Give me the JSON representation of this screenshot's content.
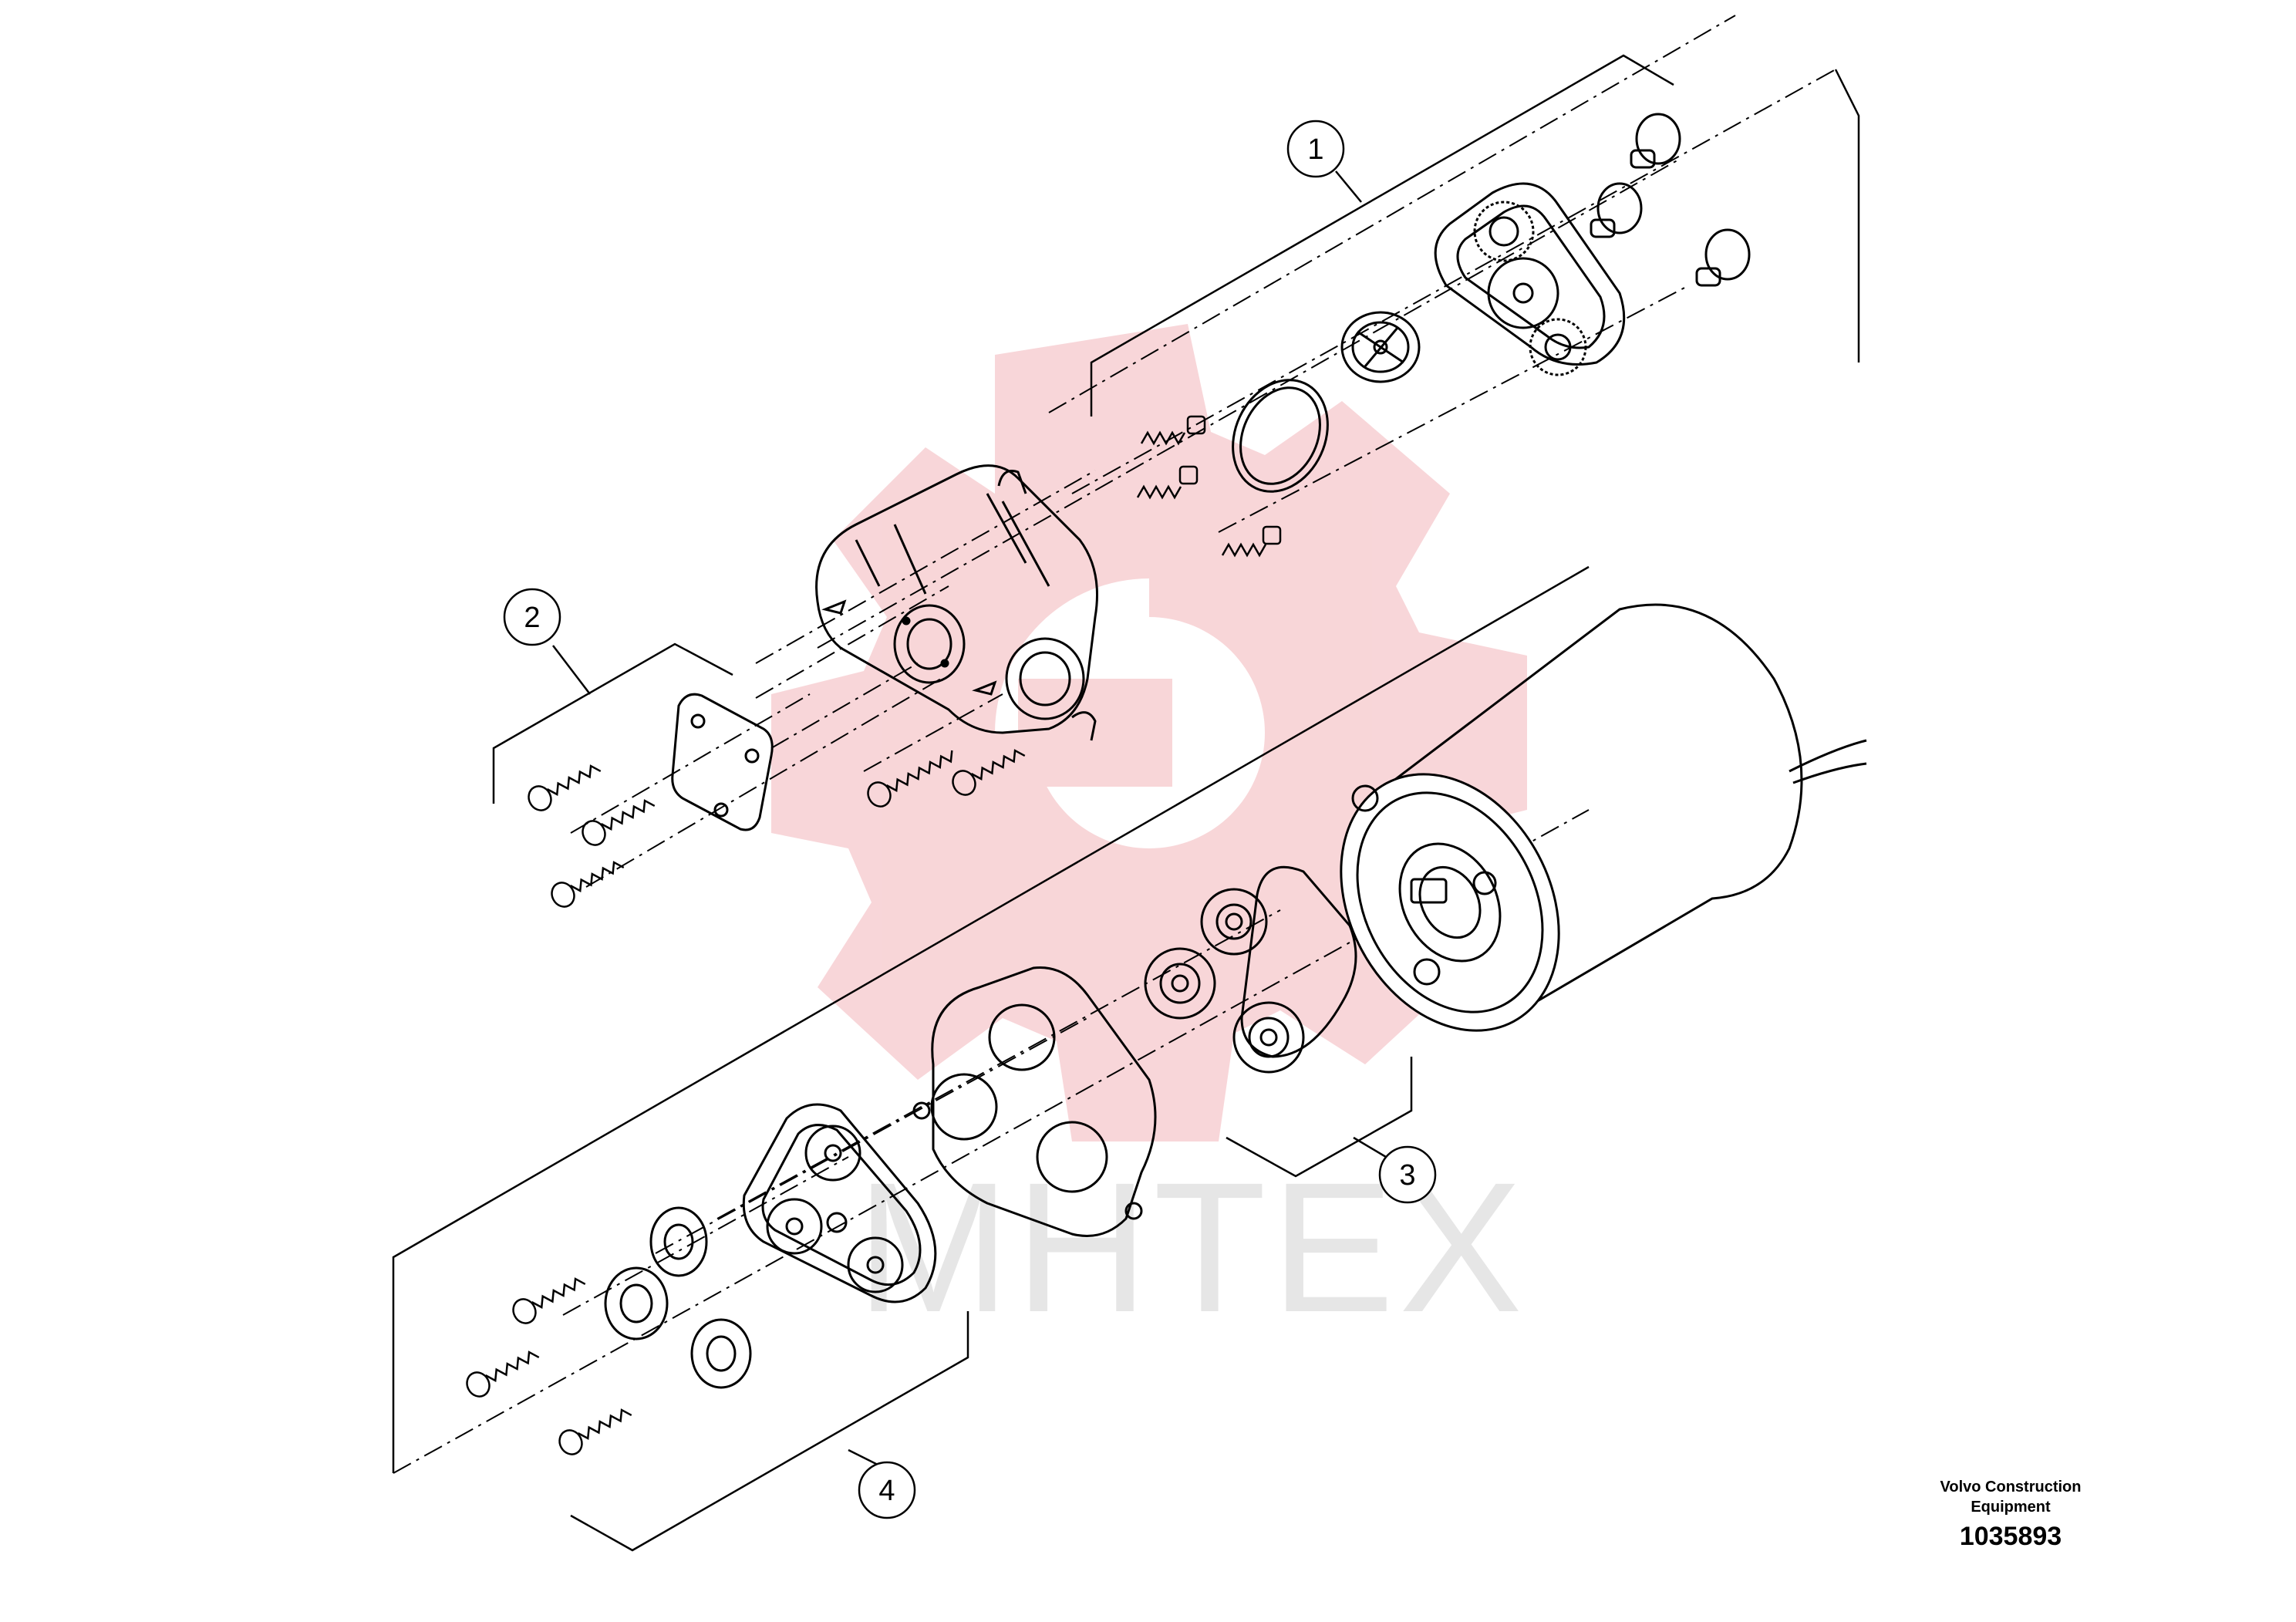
{
  "diagram": {
    "type": "exploded-parts-view",
    "callouts": [
      {
        "label": "1"
      },
      {
        "label": "2"
      },
      {
        "label": "3"
      },
      {
        "label": "4"
      }
    ]
  },
  "watermark": {
    "text": "MHTEX",
    "gear_color": "#f6c9cc",
    "text_color": "#e3e3e3"
  },
  "footer": {
    "company_line1": "Volvo Construction",
    "company_line2": "Equipment",
    "drawing_number": "1035893"
  }
}
